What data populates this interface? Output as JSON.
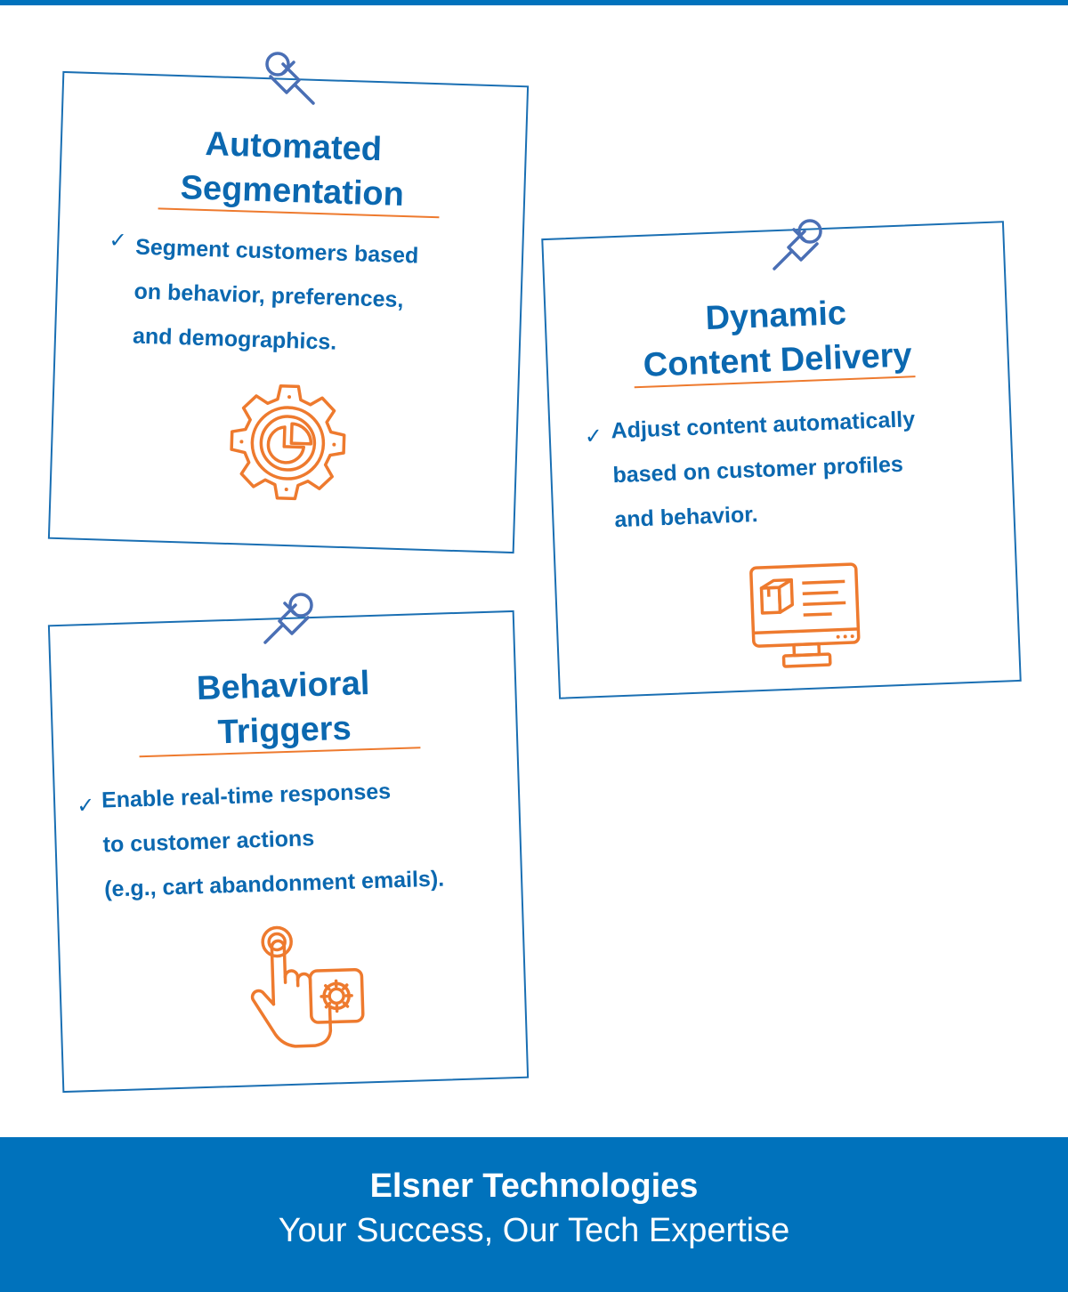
{
  "cards": [
    {
      "title_line1": "Automated",
      "title_line2": "Segmentation",
      "desc_lines": [
        "Segment customers based",
        "on behavior, preferences,",
        "and demographics."
      ]
    },
    {
      "title_line1": "Dynamic",
      "title_line2": "Content Delivery",
      "desc_lines": [
        "Adjust content automatically",
        "based on customer profiles",
        "and behavior."
      ]
    },
    {
      "title_line1": "Behavioral",
      "title_line2": "Triggers",
      "desc_lines": [
        "Enable real-time responses",
        "to customer actions",
        "(e.g., cart abandonment emails)."
      ]
    }
  ],
  "icons": {
    "pin": "pushpin-icon",
    "check": "checkmark-icon",
    "card1": "gear-chart-icon",
    "card2": "monitor-product-icon",
    "card3": "hand-tap-gear-icon"
  },
  "colors": {
    "primary": "#0b68b0",
    "accent": "#ee7a2e",
    "footer": "#0072bc"
  },
  "footer": {
    "brand": "Elsner Technologies",
    "tagline": "Your Success, Our Tech Expertise"
  }
}
